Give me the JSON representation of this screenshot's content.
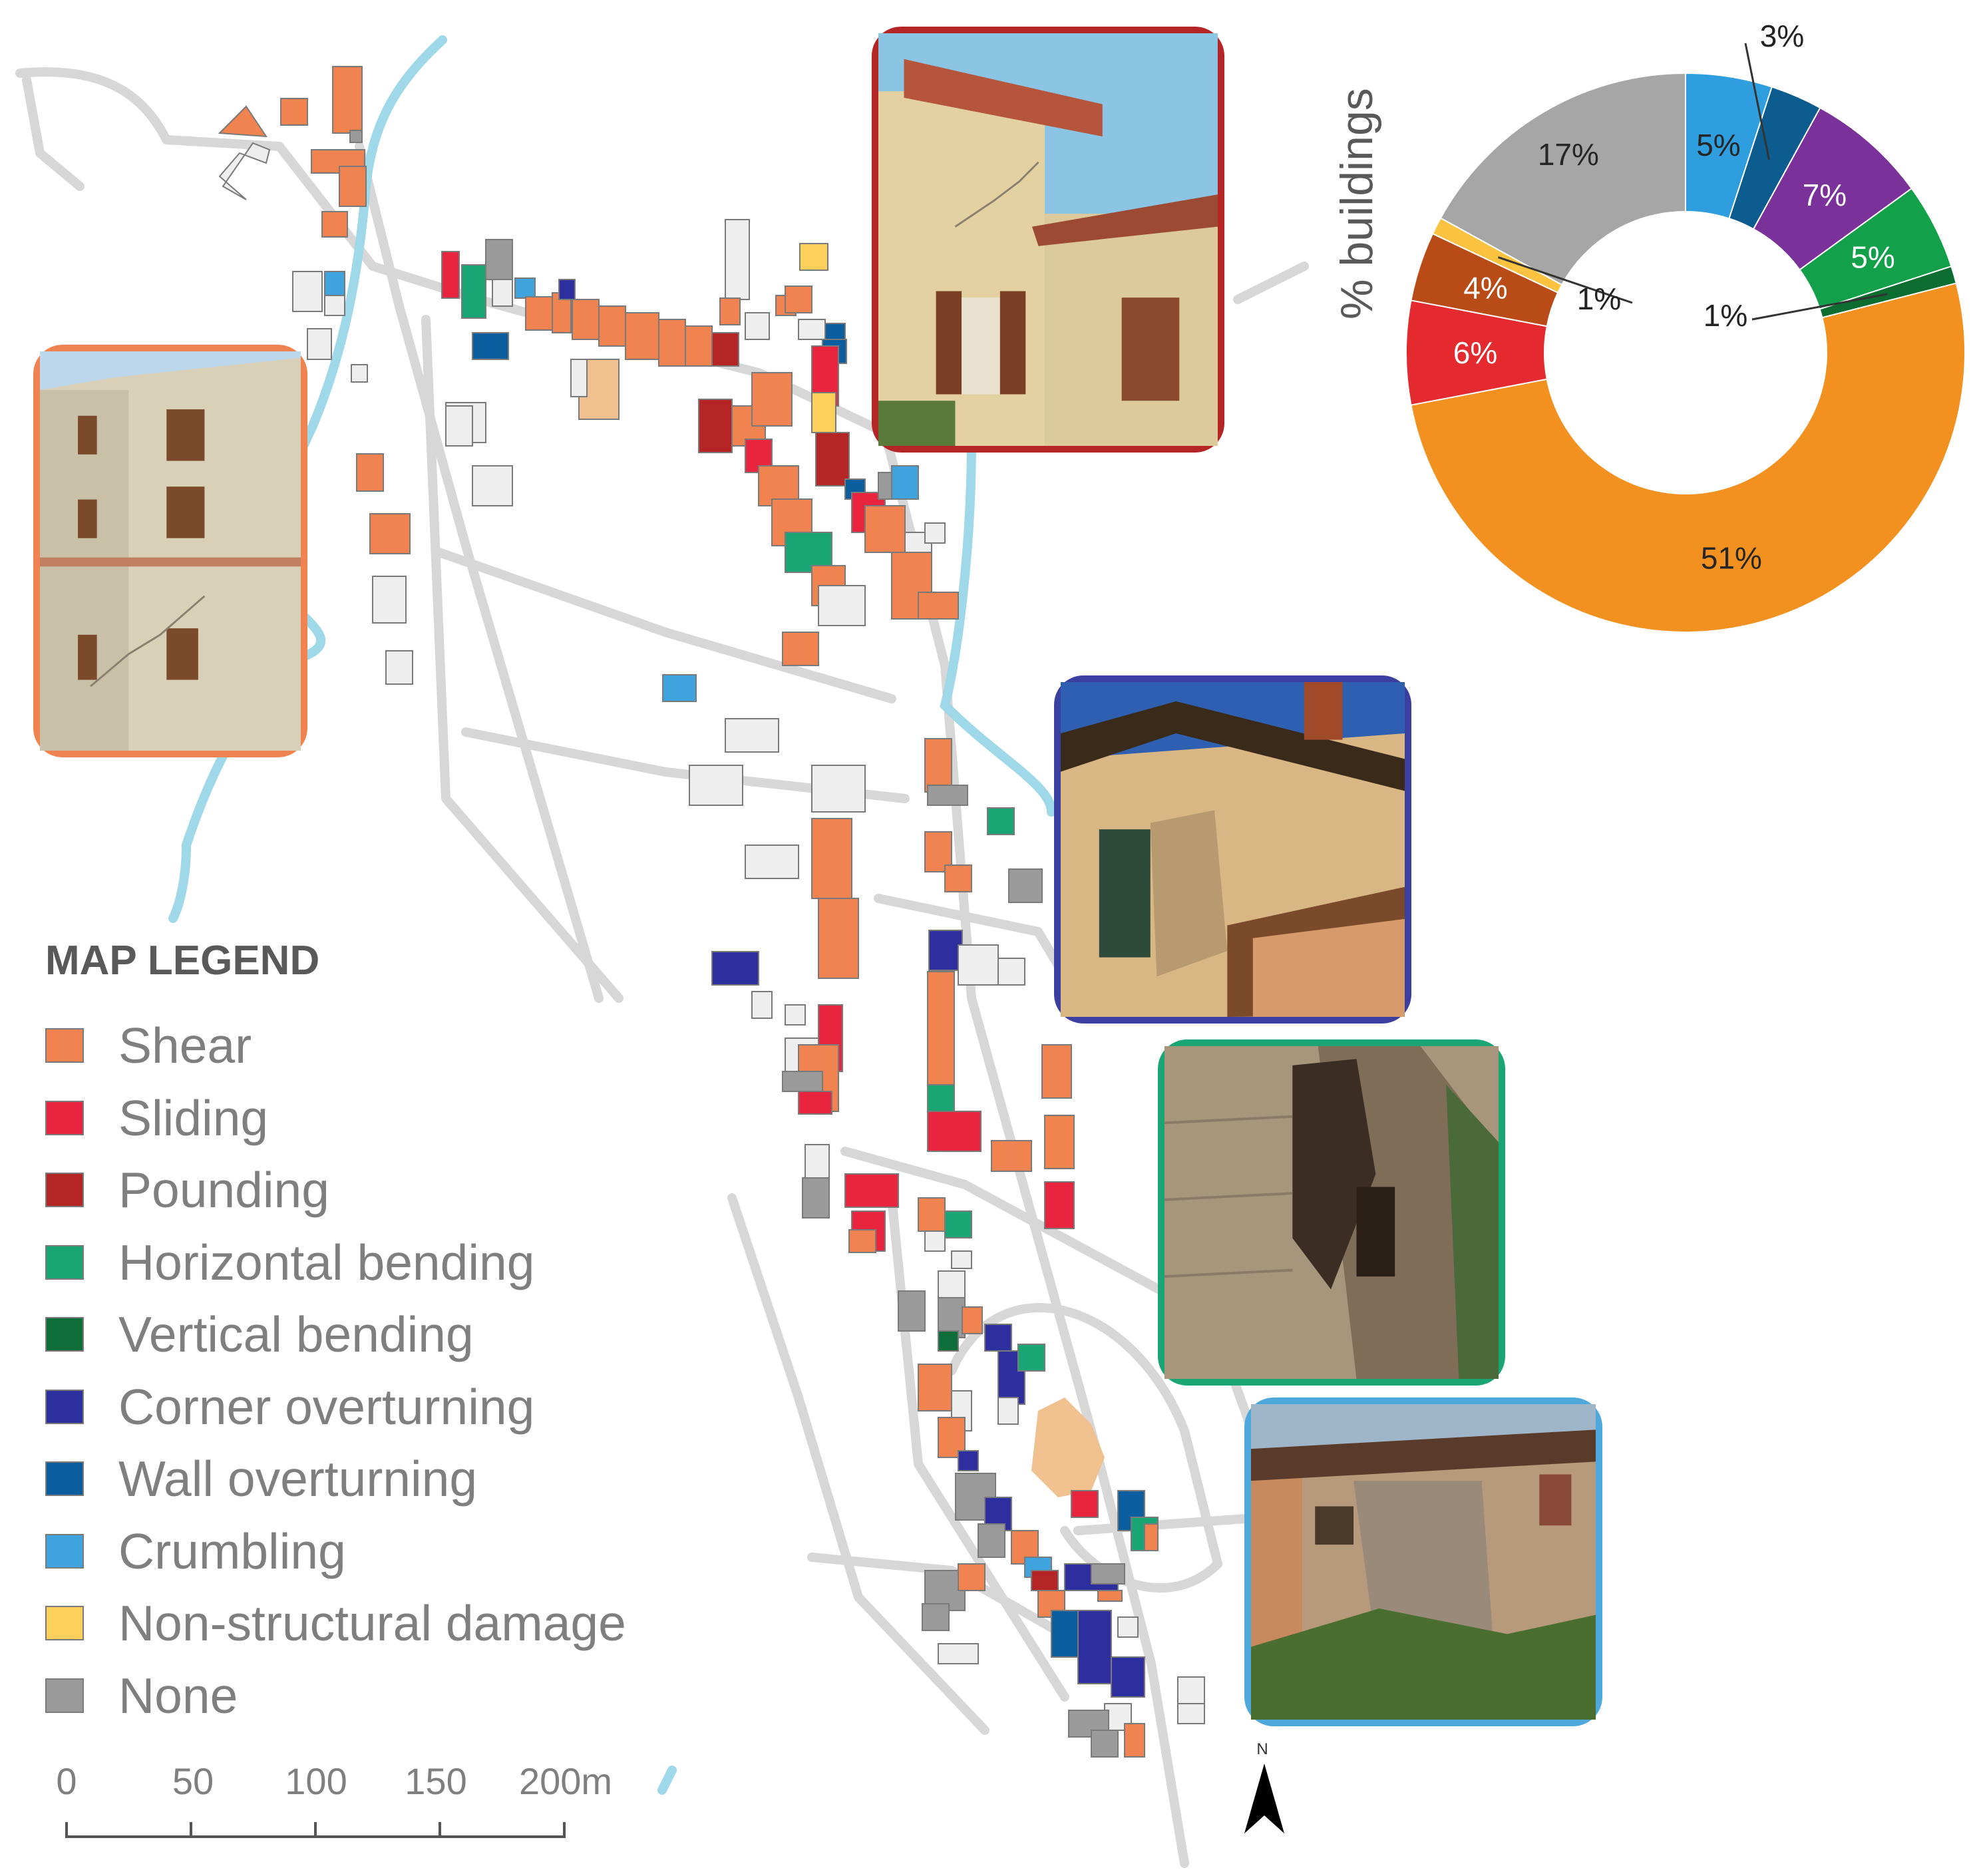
{
  "map": {
    "legend_title": "MAP LEGEND",
    "legend": [
      {
        "label": "Shear",
        "color": "#f0834f"
      },
      {
        "label": "Sliding",
        "color": "#e8243f"
      },
      {
        "label": "Pounding",
        "color": "#b52525"
      },
      {
        "label": "Horizontal bending",
        "color": "#1aa674"
      },
      {
        "label": "Vertical bending",
        "color": "#0e6e39"
      },
      {
        "label": "Corner overturning",
        "color": "#2e2f9e"
      },
      {
        "label": "Wall overturning",
        "color": "#0a5e9e"
      },
      {
        "label": "Crumbling",
        "color": "#3fa3dd"
      },
      {
        "label": "Non-structural damage",
        "color": "#fcd05a"
      },
      {
        "label": "None",
        "color": "#9a9a9a"
      }
    ],
    "scale_bar": {
      "ticks": [
        "0",
        "50",
        "100",
        "150",
        "200m"
      ]
    },
    "north_label": "N",
    "river_color": "#9fd8e8",
    "road_color": "#d7d7d7"
  },
  "photos": [
    {
      "name": "photo-shear",
      "frame_color": "#f0834f"
    },
    {
      "name": "photo-pounding",
      "frame_color": "#b52525"
    },
    {
      "name": "photo-corner-overturning",
      "frame_color": "#3a3fa0"
    },
    {
      "name": "photo-horizontal-bending",
      "frame_color": "#1aa674"
    },
    {
      "name": "photo-crumbling",
      "frame_color": "#4fa8dc"
    }
  ],
  "chart_data": {
    "type": "pie",
    "ylabel": "% buildings",
    "slices": [
      {
        "label": "Crumbling",
        "value": 5,
        "text": "5%",
        "color": "#2f9ede"
      },
      {
        "label": "Wall overturning",
        "value": 3,
        "text": "3%",
        "color": "#0d5c8f"
      },
      {
        "label": "Corner overturning",
        "value": 7,
        "text": "7%",
        "color": "#7a3199"
      },
      {
        "label": "Horizontal bending",
        "value": 5,
        "text": "5%",
        "color": "#12a04a"
      },
      {
        "label": "Vertical bending",
        "value": 1,
        "text": "1%",
        "color": "#0b6e30"
      },
      {
        "label": "Shear",
        "value": 51,
        "text": "51%",
        "color": "#f29120"
      },
      {
        "label": "Sliding",
        "value": 6,
        "text": "6%",
        "color": "#e42a2f"
      },
      {
        "label": "Pounding",
        "value": 4,
        "text": "4%",
        "color": "#b84b16"
      },
      {
        "label": "Non-structural damage",
        "value": 1,
        "text": "1%",
        "color": "#fbc33f"
      },
      {
        "label": "None",
        "value": 17,
        "text": "17%",
        "color": "#a6a6a6"
      }
    ]
  }
}
